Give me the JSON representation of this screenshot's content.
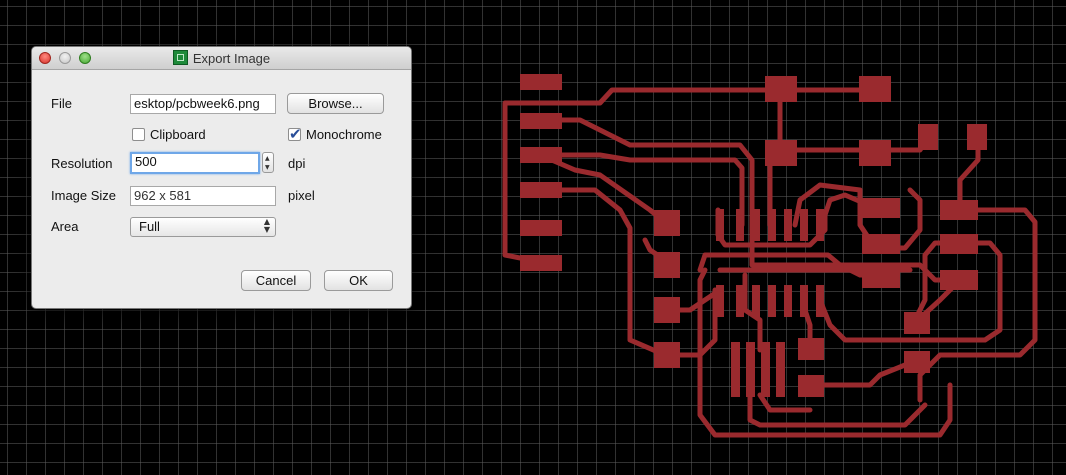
{
  "dialog": {
    "title": "Export Image",
    "file_label": "File",
    "file_value": "esktop/pcbweek6.png",
    "browse_label": "Browse...",
    "clipboard_label": "Clipboard",
    "clipboard_checked": false,
    "monochrome_label": "Monochrome",
    "monochrome_checked": true,
    "resolution_label": "Resolution",
    "resolution_value": "500",
    "resolution_unit": "dpi",
    "image_size_label": "Image Size",
    "image_size_value": "962 x 581",
    "image_size_unit": "pixel",
    "area_label": "Area",
    "area_value": "Full",
    "cancel_label": "Cancel",
    "ok_label": "OK"
  },
  "colors": {
    "board_background": "#000000",
    "grid": "#5a5a5a",
    "copper": "#9a2a2e"
  },
  "icons": [
    "close-icon",
    "minimize-icon",
    "zoom-icon",
    "app-icon",
    "checkmark-icon",
    "stepper-arrows-icon",
    "popup-arrows-icon"
  ]
}
